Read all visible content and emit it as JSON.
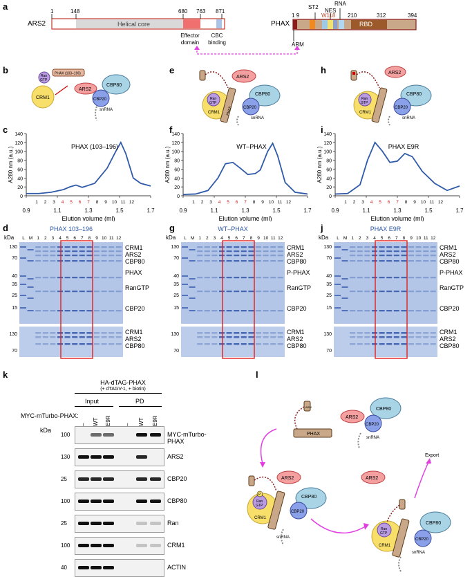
{
  "panels": {
    "a": "a",
    "b": "b",
    "c": "c",
    "d": "d",
    "e": "e",
    "f": "f",
    "g": "g",
    "h": "h",
    "i": "i",
    "j": "j",
    "k": "k",
    "l": "l"
  },
  "ars2": {
    "name": "ARS2",
    "ticks": [
      "1",
      "148",
      "680",
      "763",
      "871"
    ],
    "helical": "Helical core",
    "effector": "Effector domain",
    "cbc": "CBC binding"
  },
  "phax": {
    "name": "PHAX",
    "ticks": [
      "1",
      "9",
      "210",
      "312",
      "394"
    ],
    "st2": "ST2",
    "nes": "NES",
    "w118": "W118",
    "rna": "RNA",
    "rbd": "RBD",
    "arm": "ARM"
  },
  "schematic": {
    "ran": "Ran",
    "gtp": "GTP",
    "crm1": "CRM1",
    "ars2": "ARS2",
    "cbp80": "CBP80",
    "cbp20": "CBP20",
    "snrna": "snRNA",
    "phax": "PHAX",
    "phax_frag": "PHAX (103–196)",
    "arm": "ARM",
    "p": "P",
    "export": "Export"
  },
  "chromatograms": [
    {
      "title": "PHAX (103–196)",
      "ylabel": "A280 nm (a.u.)",
      "xlabel": "Elution volume (ml)",
      "yticks": [
        "140",
        "120",
        "100",
        "80",
        "60",
        "40",
        "20",
        "0"
      ],
      "xticks": [
        "0.9",
        "1.1",
        "1.3",
        "1.5",
        "1.7"
      ],
      "fractions": [
        "1",
        "2",
        "3",
        "4",
        "5",
        "6",
        "7",
        "8",
        "9",
        "10",
        "11",
        "12"
      ]
    },
    {
      "title": "WT–PHAX",
      "ylabel": "A280 nm (a.u.)",
      "xlabel": "Elution volume (ml)",
      "yticks": [
        "140",
        "120",
        "100",
        "80",
        "60",
        "40",
        "20",
        "0"
      ],
      "xticks": [
        "0.9",
        "1.1",
        "1.3",
        "1.5",
        "1.7"
      ],
      "fractions": [
        "1",
        "2",
        "3",
        "4",
        "5",
        "6",
        "7",
        "8",
        "9",
        "10",
        "11",
        "12"
      ]
    },
    {
      "title": "PHAX E9R",
      "ylabel": "A280 nm (a.u.)",
      "xlabel": "Elution volume (ml)",
      "yticks": [
        "140",
        "120",
        "100",
        "80",
        "60",
        "40",
        "20",
        "0"
      ],
      "xticks": [
        "0.9",
        "1.1",
        "1.3",
        "1.5",
        "1.7"
      ],
      "fractions": [
        "1",
        "2",
        "3",
        "4",
        "5",
        "6",
        "7",
        "8",
        "9",
        "10",
        "11",
        "12"
      ]
    }
  ],
  "gels": [
    {
      "title": "PHAX 103–196",
      "lanes": [
        "L",
        "M",
        "1",
        "2",
        "3",
        "4",
        "5",
        "6",
        "7",
        "8",
        "9",
        "10",
        "11",
        "12"
      ],
      "kda": [
        "130",
        "70",
        "40",
        "35",
        "25",
        "15"
      ],
      "kda2": [
        "130",
        "70"
      ],
      "labels": [
        "CRM1",
        "ARS2",
        "CBP80",
        "PHAX",
        "RanGTP",
        "CBP20"
      ],
      "labels2": [
        "CRM1",
        "ARS2",
        "CBP80"
      ]
    },
    {
      "title": "WT–PHAX",
      "lanes": [
        "L",
        "M",
        "1",
        "2",
        "3",
        "4",
        "5",
        "6",
        "7",
        "8",
        "9",
        "10",
        "11",
        "12"
      ],
      "kda": [
        "130",
        "70",
        "40",
        "35",
        "25",
        "15"
      ],
      "kda2": [
        "130",
        "70"
      ],
      "labels": [
        "CRM1",
        "ARS2",
        "CBP80",
        "P-PHAX",
        "RanGTP",
        "CBP20"
      ],
      "labels2": [
        "CRM1",
        "ARS2",
        "CBP80"
      ]
    },
    {
      "title": "PHAX E9R",
      "lanes": [
        "L",
        "M",
        "1",
        "2",
        "3",
        "4",
        "5",
        "6",
        "7",
        "8",
        "9",
        "10",
        "11",
        "12"
      ],
      "kda": [
        "130",
        "70",
        "40",
        "35",
        "25",
        "15"
      ],
      "kda2": [
        "130",
        "70"
      ],
      "labels": [
        "CRM1",
        "ARS2",
        "CBP80",
        "P-PHAX",
        "RanGTP",
        "CBP20"
      ],
      "labels2": [
        "CRM1",
        "ARS2",
        "CBP80"
      ]
    }
  ],
  "kda_label": "kDa",
  "western": {
    "header": "HA-dTAG-PHAX",
    "subheader": "(+ dTAGV-1, + biotin)",
    "input": "Input",
    "pd": "PD",
    "row_label": "MYC-mTurbo-PHAX:",
    "lanes": [
      "–",
      "WT",
      "E9R",
      "–",
      "WT",
      "E9R"
    ],
    "blots": [
      {
        "kda": "100",
        "label": "MYC-mTurbo-PHAX"
      },
      {
        "kda": "130",
        "label": "ARS2"
      },
      {
        "kda": "25",
        "label": "CBP20"
      },
      {
        "kda": "100",
        "label": "CBP80"
      },
      {
        "kda": "25",
        "label": "Ran"
      },
      {
        "kda": "100",
        "label": "CRM1"
      },
      {
        "kda": "40",
        "label": "ACTIN"
      }
    ]
  }
}
